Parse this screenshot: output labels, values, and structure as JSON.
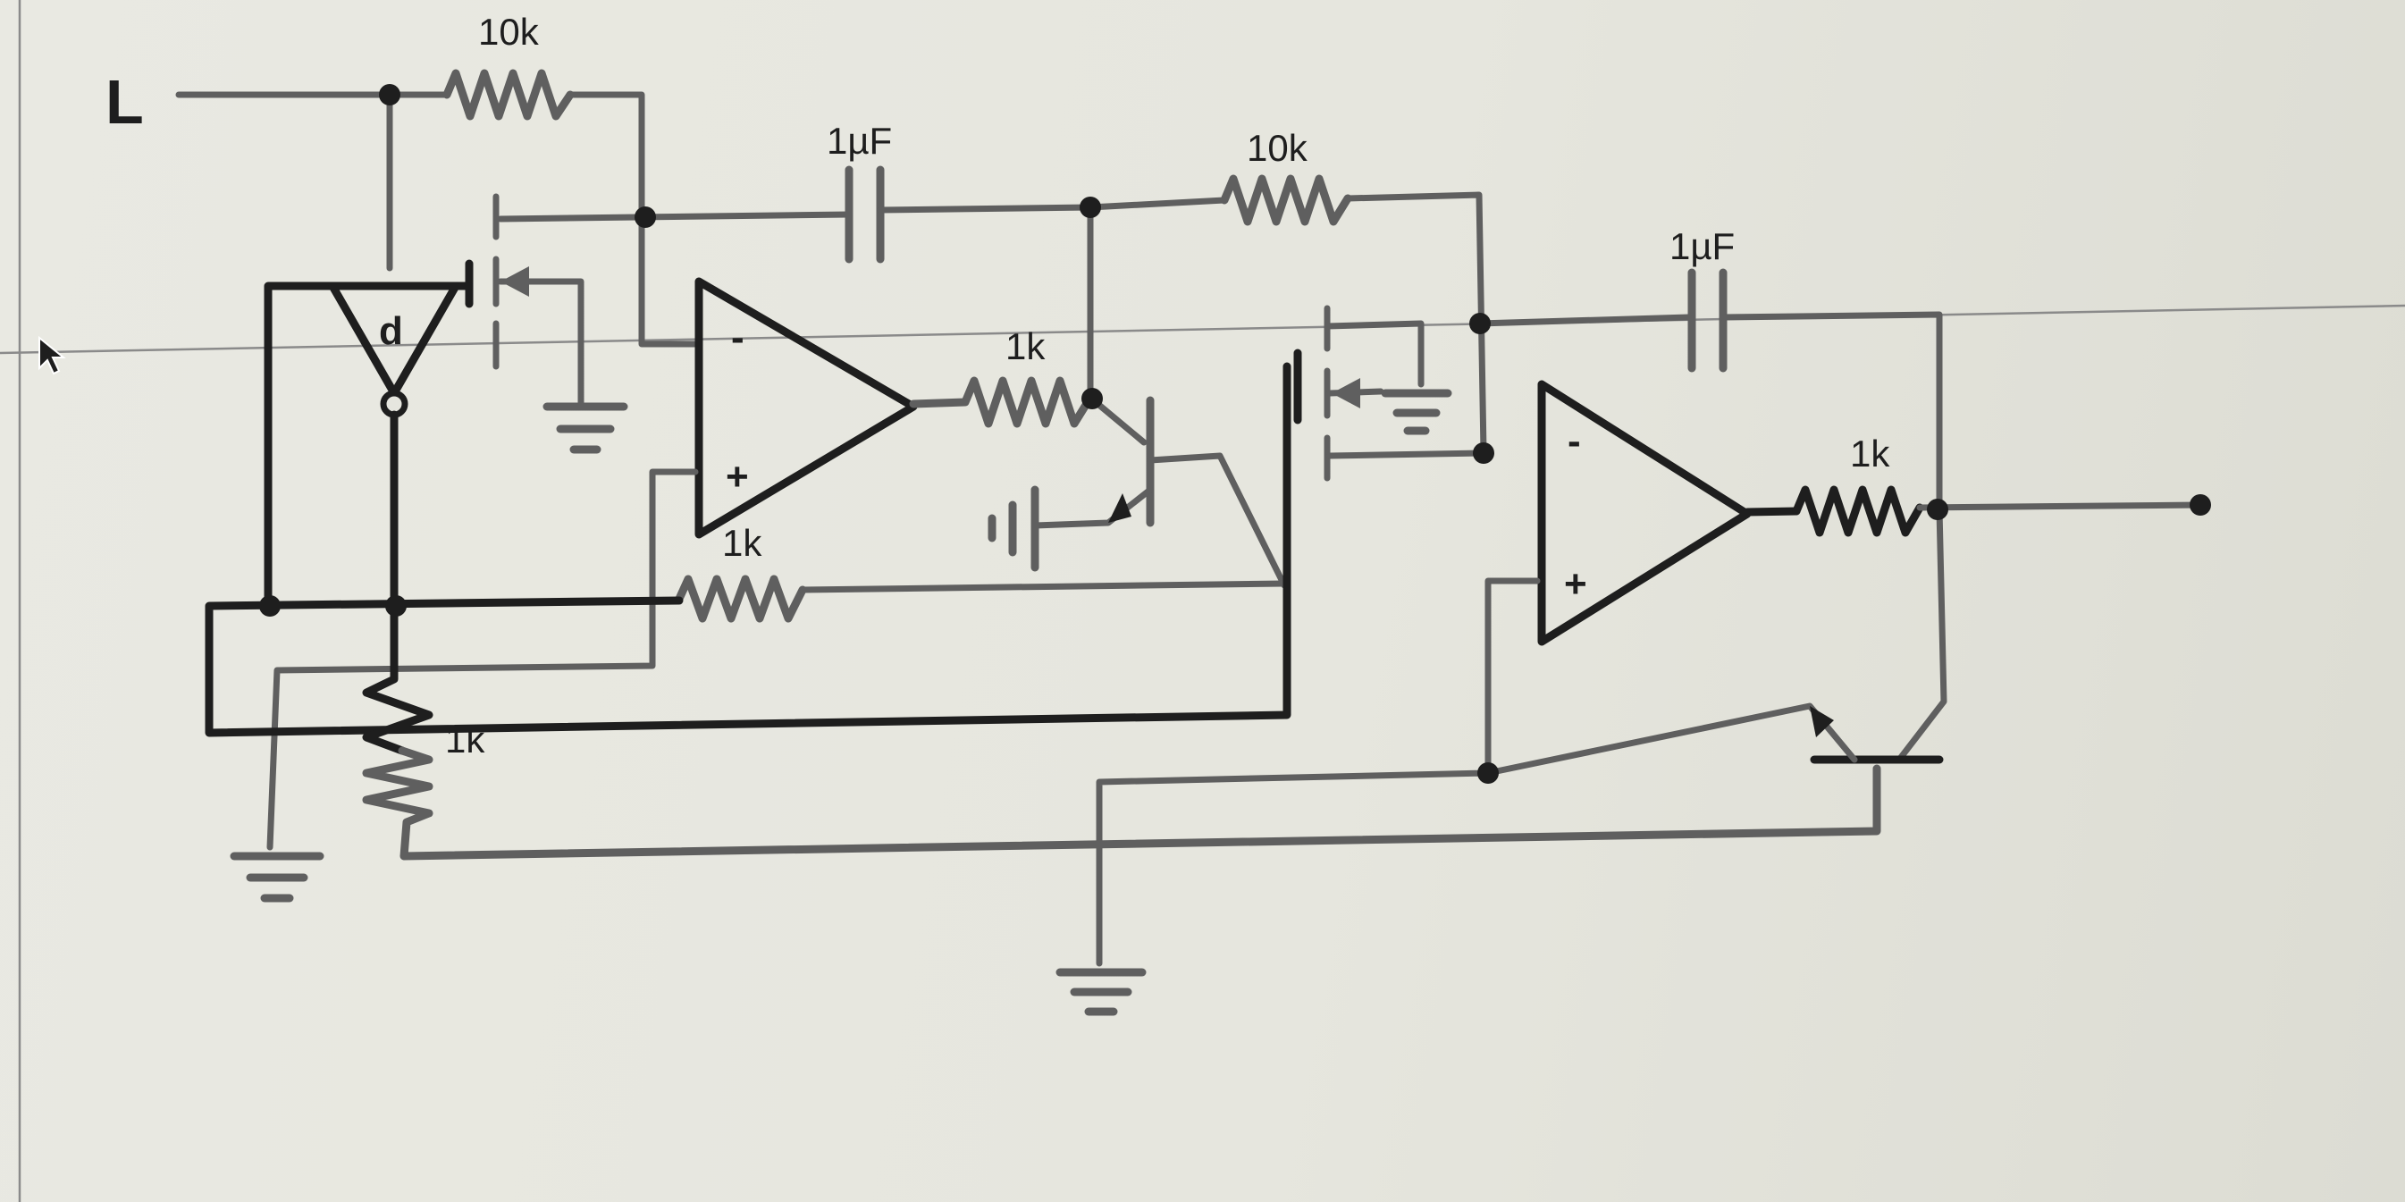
{
  "labels": {
    "input": "L",
    "r_in_top": "10k",
    "c1": "1µF",
    "r_mid_top": "10k",
    "c2": "1µF",
    "r_out1": "1k",
    "r_fb1": "1k",
    "r_pot": "1k",
    "r_out2": "1k",
    "opamp1_minus": "-",
    "opamp1_plus": "+",
    "opamp2_minus": "-",
    "opamp2_plus": "+",
    "buffer_mark": "d"
  },
  "colors": {
    "wire_dark": "#1e1e1e",
    "wire_gray": "#5f5f5f",
    "background": "#e6e6df"
  }
}
